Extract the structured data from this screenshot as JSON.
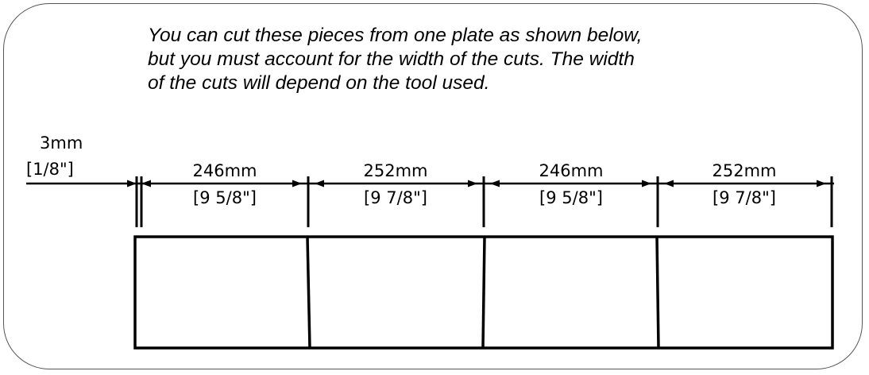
{
  "caption": {
    "line1": "You can cut these pieces from one plate as shown below,",
    "line2": "but you must account for the width of the cuts. The width",
    "line3": "of the cuts will depend on the tool used."
  },
  "cut_width": {
    "metric": "3mm",
    "imperial": "[1/8\"]"
  },
  "pieces": [
    {
      "metric": "246mm",
      "imperial": "[9 5/8\"]"
    },
    {
      "metric": "252mm",
      "imperial": "[9 7/8\"]"
    },
    {
      "metric": "246mm",
      "imperial": "[9 5/8\"]"
    },
    {
      "metric": "252mm",
      "imperial": "[9 7/8\"]"
    }
  ],
  "colors": {
    "line": "#000000",
    "panel_border": "#555555"
  }
}
